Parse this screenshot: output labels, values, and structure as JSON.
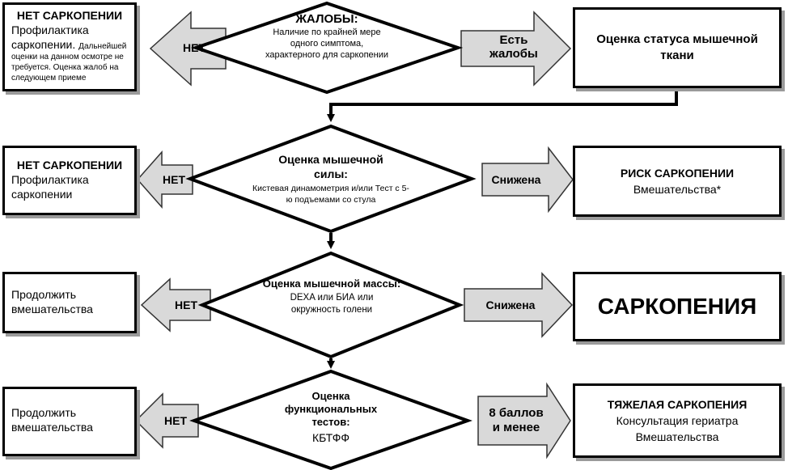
{
  "row1": {
    "left": {
      "title": "НЕТ САРКОПЕНИИ",
      "line1": "Профилактика",
      "line2_main": "саркопении.",
      "line2_small": "Дальнейшей",
      "small_rest": "оценки на данном осмотре не требуется. Оценка жалоб на следующем приеме"
    },
    "left_arrow": "НЕТ",
    "diamond": {
      "title": "ЖАЛОБЫ:",
      "body": "Наличие по крайней мере одного симптома, характерного для саркопении"
    },
    "right_arrow": "Есть жалобы",
    "right": {
      "text": "Оценка статуса мышечной ткани"
    }
  },
  "row2": {
    "left": {
      "title": "НЕТ САРКОПЕНИИ",
      "body": "Профилактика саркопении"
    },
    "left_arrow": "НЕТ",
    "diamond": {
      "title": "Оценка мышечной силы:",
      "body": "Кистевая динамометрия и/или Тест с 5-ю подъемами со стула"
    },
    "right_arrow": "Снижена",
    "right": {
      "title": "РИСК САРКОПЕНИИ",
      "body": "Вмешательства*"
    }
  },
  "row3": {
    "left": {
      "body": "Продолжить вмешательства"
    },
    "left_arrow": "НЕТ",
    "diamond": {
      "title": "Оценка мышечной массы:",
      "body": "DEXA или БИА или окружность голени"
    },
    "right_arrow": "Снижена",
    "right": {
      "title": "САРКОПЕНИЯ"
    }
  },
  "row4": {
    "left": {
      "body": "Продолжить вмешательства"
    },
    "left_arrow": "НЕТ",
    "diamond": {
      "title": "Оценка функциональных тестов:",
      "body": "КБТФФ"
    },
    "right_arrow": "8 баллов и менее",
    "right": {
      "title": "ТЯЖЕЛАЯ САРКОПЕНИЯ",
      "line1": "Консультация гериатра",
      "line2": "Вмешательства"
    }
  },
  "colors": {
    "arrow_fill": "#d9d9d9",
    "stroke": "#000000",
    "shadow": "#9a9a9a"
  }
}
